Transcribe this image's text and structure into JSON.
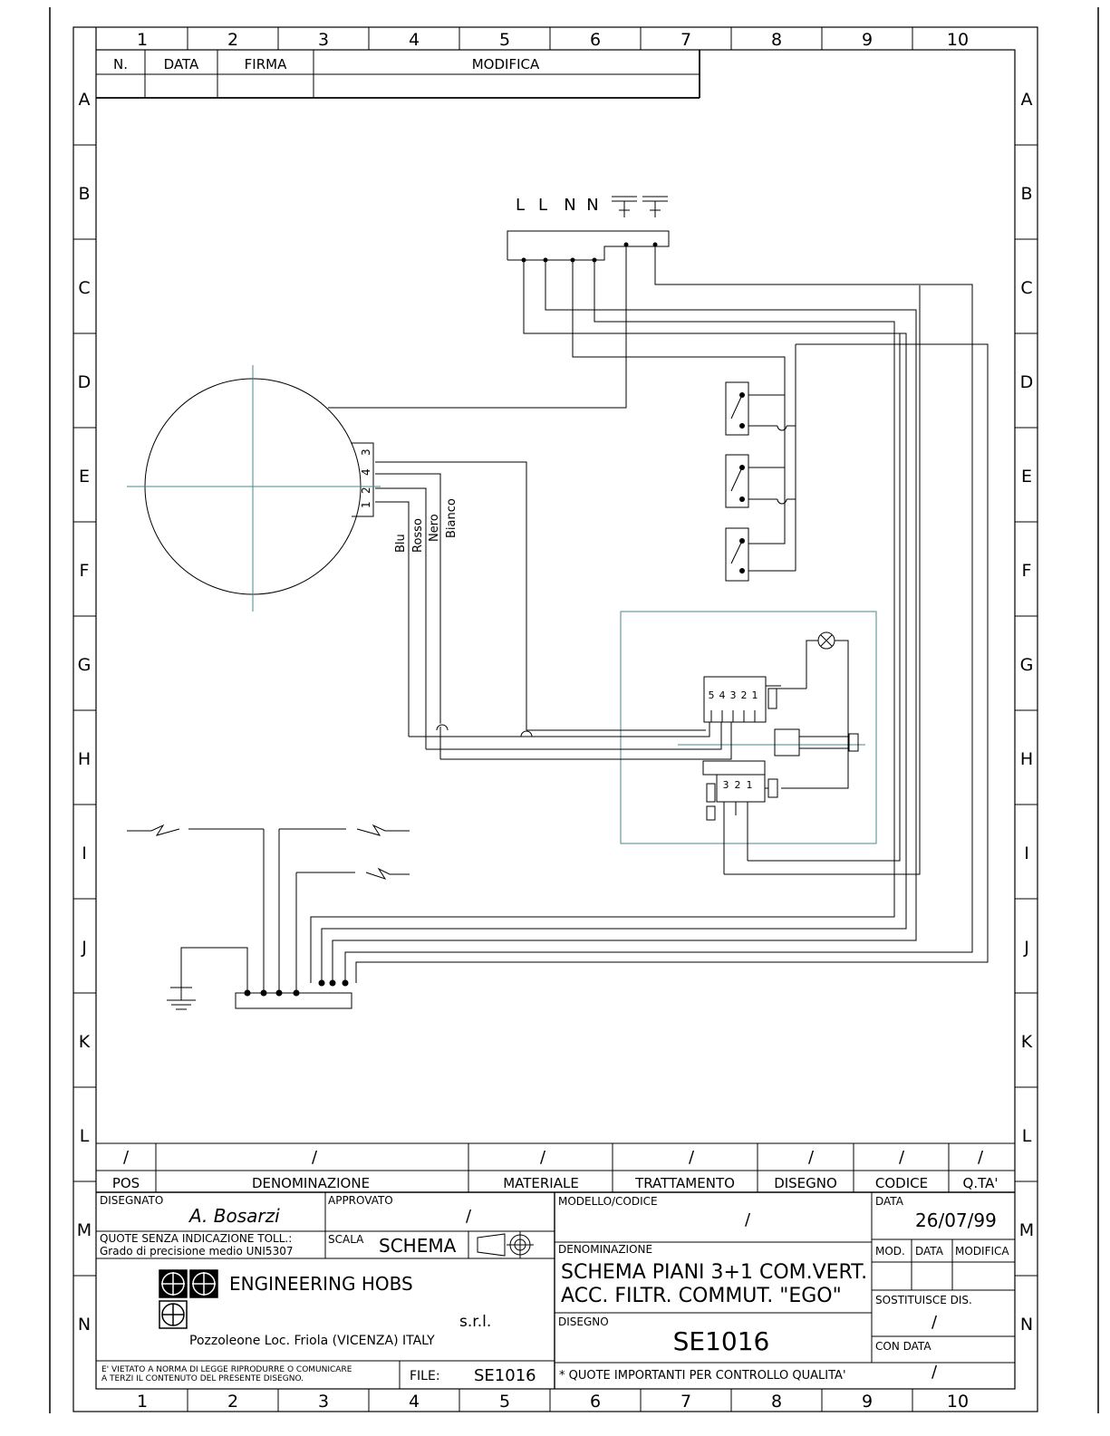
{
  "frame": {
    "columns": [
      "1",
      "2",
      "3",
      "4",
      "5",
      "6",
      "7",
      "8",
      "9",
      "10"
    ],
    "rows": [
      "A",
      "B",
      "C",
      "D",
      "E",
      "F",
      "G",
      "H",
      "I",
      "J",
      "K",
      "L",
      "M",
      "N"
    ]
  },
  "revision_table": {
    "headers": [
      "N.",
      "DATA",
      "FIRMA",
      "MODIFICA"
    ]
  },
  "terminal_labels": [
    "L",
    "L",
    "N",
    "N"
  ],
  "motor": {
    "pins": [
      "3",
      "4",
      "2",
      "1"
    ],
    "wire_labels": [
      "Blu",
      "Rosso",
      "Nero",
      "Bianco"
    ]
  },
  "switch_top_pins": [
    "5",
    "4",
    "3",
    "2",
    "1"
  ],
  "switch_bottom_pins": [
    "3",
    "2",
    "1"
  ],
  "parts_row": {
    "slashes": [
      "/",
      "/",
      "/",
      "/",
      "/",
      "/",
      "/"
    ],
    "headers": [
      "POS",
      "DENOMINAZIONE",
      "MATERIALE",
      "TRATTAMENTO",
      "DISEGNO",
      "CODICE",
      "Q.TA'"
    ]
  },
  "title_block": {
    "disegnato_label": "DISEGNATO",
    "signature": "A. Bosarzi",
    "approvato_label": "APPROVATO",
    "approvato_value": "/",
    "modello_label": "MODELLO/CODICE",
    "modello_value": "/",
    "data_label": "DATA",
    "data_value": "26/07/99",
    "quote_line1": "QUOTE SENZA INDICAZIONE TOLL.:",
    "quote_line2": "Grado di precisione medio UNI5307",
    "scala_label": "SCALA",
    "scala_value": "SCHEMA",
    "denominazione_label": "DENOMINAZIONE",
    "denominazione_line1": "SCHEMA PIANI 3+1 COM.VERT.",
    "denominazione_line2": "ACC. FILTR. COMMUT. \"EGO\"",
    "mod_label": "MOD.",
    "mod_data_label": "DATA",
    "mod_modifica_label": "MODIFICA",
    "company": "ENGINEERING HOBS",
    "company_suffix": "s.r.l.",
    "address": "Pozzoleone Loc. Friola (VICENZA) ITALY",
    "sostituisce_label": "SOSTITUISCE DIS.",
    "sostituisce_value": "/",
    "disegno_label": "DISEGNO",
    "disegno_value": "SE1016",
    "con_data_label": "CON DATA",
    "con_data_value": "/",
    "notice_line1": "E' VIETATO A NORMA DI LEGGE RIPRODURRE O COMUNICARE",
    "notice_line2": "A TERZI IL CONTENUTO DEL PRESENTE DISEGNO.",
    "file_label": "FILE:",
    "file_value": "SE1016",
    "quality_note": "* QUOTE IMPORTANTI PER CONTROLLO QUALITA'"
  }
}
